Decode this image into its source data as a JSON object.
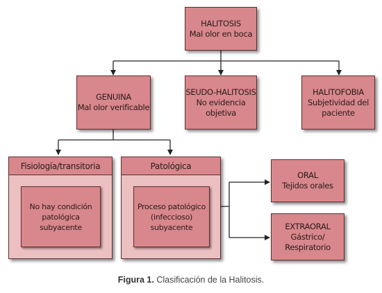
{
  "diagram": {
    "root": {
      "title": "HALITOSIS",
      "subtitle": "Mal olor en boca"
    },
    "genuina": {
      "title": "GENUINA",
      "subtitle": "Mal olor verificable"
    },
    "seudo": {
      "line1": "SEUDO-HALITOSIS",
      "line2": "No evidencia",
      "line3": "objetiva"
    },
    "halitofobia": {
      "line1": "HALITOFOBIA",
      "line2": "Subjetividad del",
      "line3": "paciente"
    },
    "fisiologia": {
      "header": "Fisiología/transitoria",
      "line1": "No hay condición",
      "line2": "patológica",
      "line3": "subyacente"
    },
    "patologica": {
      "header": "Patológica",
      "line1": "Proceso patológico",
      "line2": "(infeccioso)",
      "line3": "subyacente"
    },
    "oral": {
      "title": "ORAL",
      "subtitle": "Tejidos orales"
    },
    "extraoral": {
      "line1": "EXTRAORAL",
      "line2": "Gástrico/",
      "line3": "Respiratorio"
    }
  },
  "caption": {
    "label": "Figura 1.",
    "text": " Clasificación de la Halitosis."
  },
  "colors": {
    "box_fill": "#d8878c",
    "panel_fill": "#ecbfc1",
    "border": "#5a2e30",
    "line": "#222222"
  }
}
